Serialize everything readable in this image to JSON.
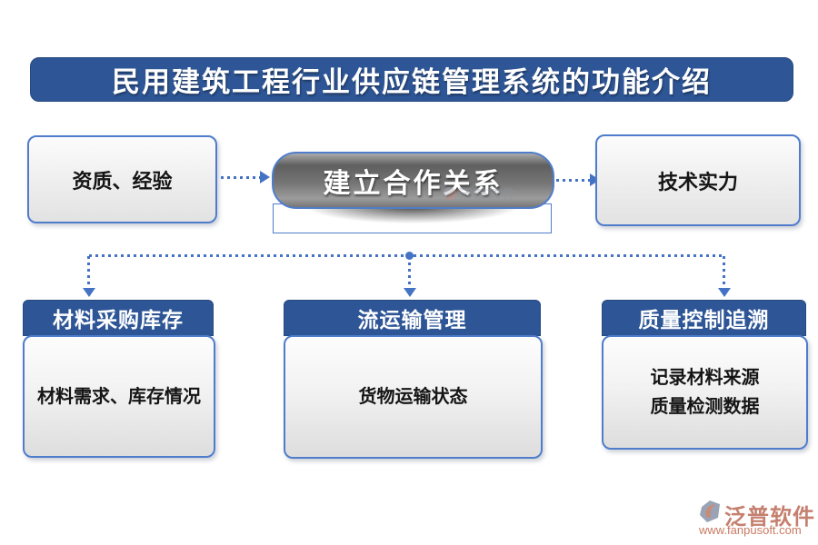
{
  "title": {
    "text": "民用建筑工程行业供应链管理系统的功能介绍"
  },
  "top_row": {
    "left_box": {
      "label": "资质、经验"
    },
    "pill": {
      "label": "建立合作关系"
    },
    "right_box": {
      "label": "技术实力"
    }
  },
  "bottom": {
    "columns": [
      {
        "header": "材料采购库存",
        "body": "材料需求、库存情况"
      },
      {
        "header": "流运输管理",
        "body": "货物运输状态"
      },
      {
        "header": "质量控制追溯",
        "body_lines": [
          "记录材料来源",
          "质量检测数据"
        ]
      }
    ]
  },
  "watermark": {
    "text": "泛普软件"
  },
  "footer_logo": {
    "name": "泛普软件",
    "url": "www.fanpusoft.com"
  },
  "colors": {
    "primary_blue": "#2E5696",
    "border_blue": "#4F7DCB",
    "connector_blue": "#4472C4",
    "pill_gray": "#757575",
    "logo_red": "#C5806F",
    "background": "#FFFFFF"
  },
  "icons": [
    "arrow-right-icon",
    "arrow-down-icon",
    "junction-dot-icon",
    "fanpu-logo-icon",
    "watermark-logo-icon"
  ]
}
